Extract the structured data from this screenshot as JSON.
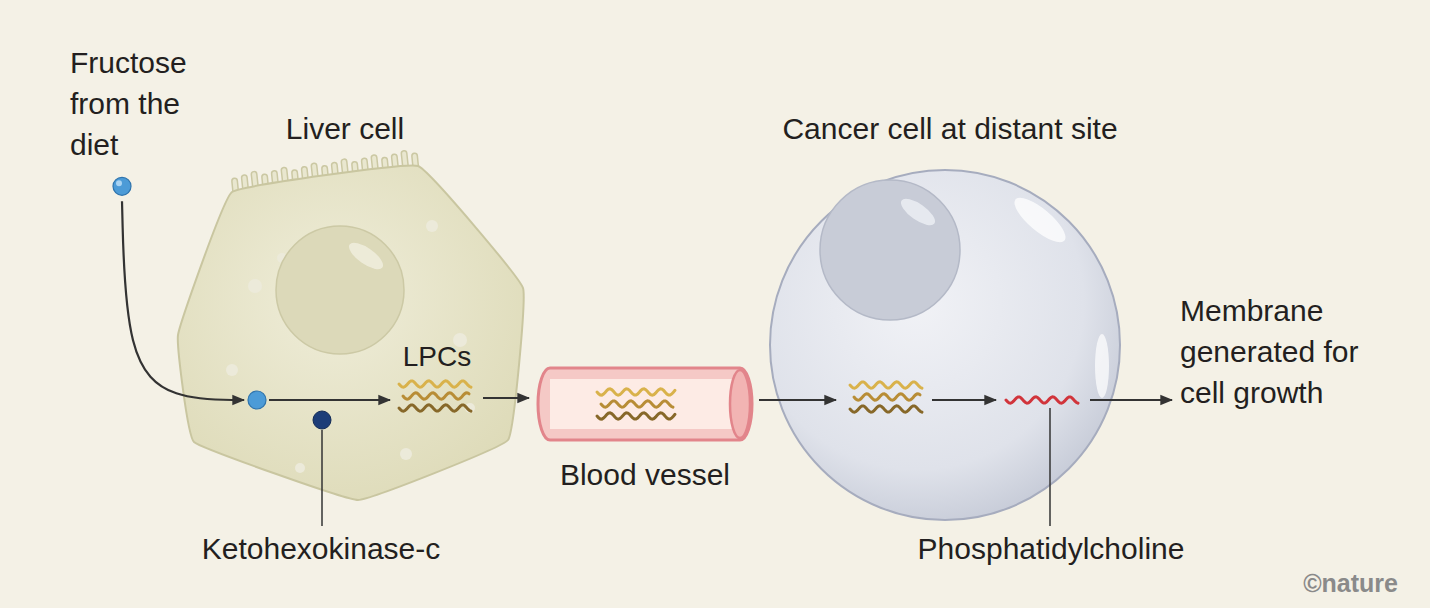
{
  "diagram": {
    "nodes": [
      {
        "text": [
          "Fructose from the diet"
        ]
      },
      {
        "text": [
          "Liver cell"
        ]
      },
      {
        "text": [
          "LPCs"
        ],
        "in": 1
      },
      {
        "text": [
          "Blood vessel"
        ]
      },
      {
        "text": [
          "Cancer cell at distant site"
        ]
      },
      {
        "text": [
          "Membrane generated for cell growth"
        ]
      }
    ],
    "edges": [
      {
        "from": 0,
        "to": 1,
        "arrow": "to"
      },
      {
        "from": 2,
        "to": 3,
        "arrow": "to"
      },
      {
        "from": 3,
        "to": 4,
        "arrow": "to"
      },
      {
        "from": 4,
        "to": 5,
        "arrow": "to"
      }
    ],
    "labels": [
      "Ketohexokinase-c",
      "Phosphatidylcholine",
      "©nature"
    ]
  }
}
